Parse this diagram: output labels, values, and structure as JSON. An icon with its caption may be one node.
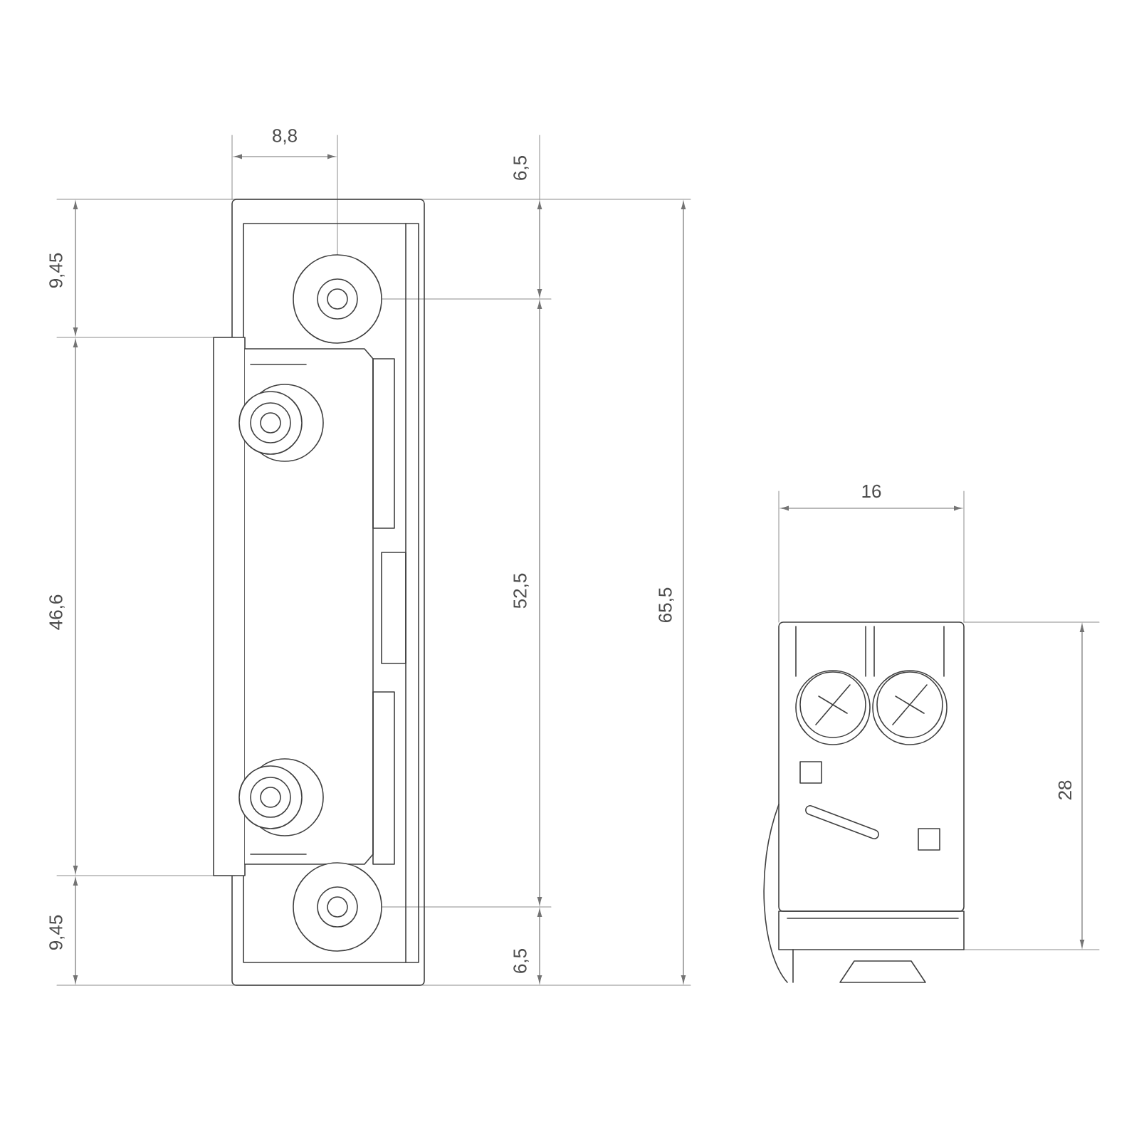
{
  "diagram": {
    "labels": [
      "8,8",
      "6,5",
      "9,45",
      "16",
      "52,5",
      "65,5",
      "46,6",
      "28",
      "9,45",
      "6,5"
    ]
  }
}
